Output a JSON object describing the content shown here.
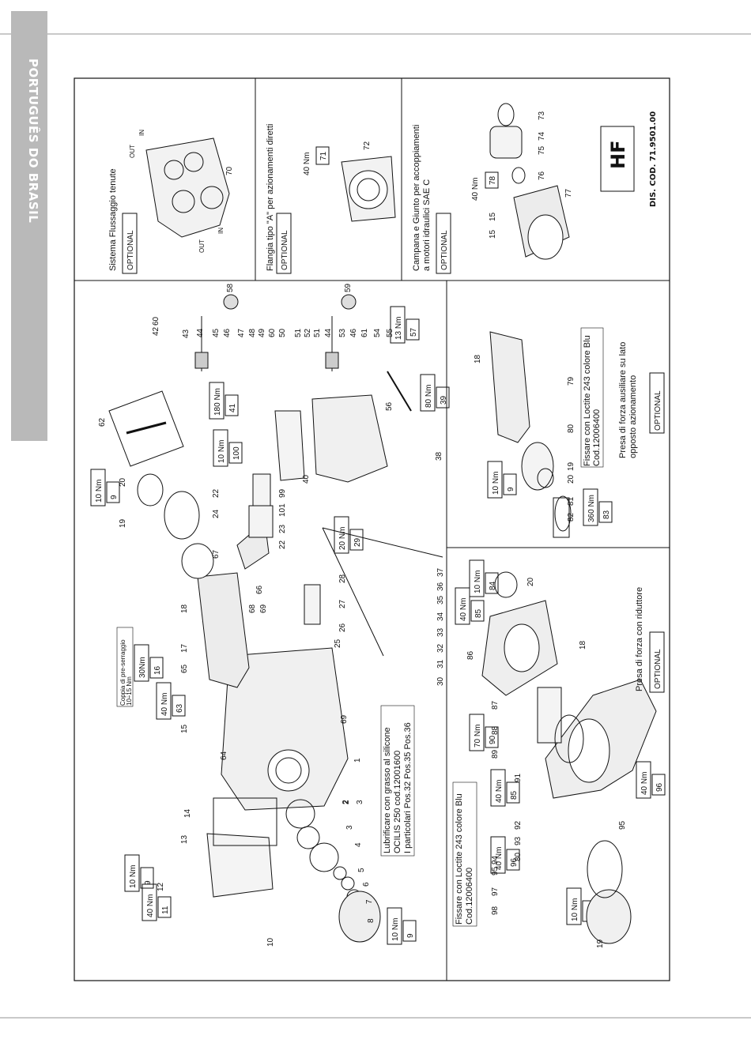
{
  "sidebar": {
    "label": "PORTUGUÊS DO BRASIL"
  },
  "title_block": {
    "model": "HF",
    "drawing_code": "DIS. COD. 71.9501.00"
  },
  "optional_sections": {
    "seal_flushing": {
      "title": "Sistema Flussaggio tenute",
      "tag": "OPTIONAL",
      "in": "IN",
      "out": "OUT"
    },
    "flange_a": {
      "title": "Flangia tipo \"A\" per azionamenti diretti",
      "tag": "OPTIONAL",
      "torque": "40 Nm",
      "part": "71"
    },
    "bell_coupling": {
      "title_line1": "Campana e Giunto per accoppiamenti",
      "title_line2": "a motori idraulici SAE C",
      "tag": "OPTIONAL",
      "torque": "40 Nm",
      "part": "78"
    },
    "pto_gear": {
      "title": "Presa di forza con riduttore",
      "tag": "OPTIONAL"
    },
    "pto_aux": {
      "title_line1": "Presa di forza ausiliare su lato",
      "title_line2": "opposto azionamento",
      "tag": "OPTIONAL"
    }
  },
  "notes": {
    "grease_line1": "Lubrificare con grasso al silicone",
    "grease_line2": "OCILIS 250 cod.12001600",
    "grease_line3": "I particolari Pos.32 Pos.35 Pos.36",
    "preload_line1": "Coppia di pre-serraggio",
    "preload_line2": "10÷15 Nm",
    "loctite_line1": "Fissare con Loctite 243 colore Blu",
    "loctite_line2": "Cod.12006400",
    "loctite2_line1": "Fissare con Loctite 243 colore Blu",
    "loctite2_line2": "Cod.12006400"
  },
  "torque_boxes": [
    {
      "part": "9",
      "torque": "10 Nm"
    },
    {
      "part": "11",
      "torque": "40 Nm"
    },
    {
      "part": "9",
      "torque": "10 Nm"
    },
    {
      "part": "63",
      "torque": "40 Nm"
    },
    {
      "part": "16",
      "torque": "30Nm"
    },
    {
      "part": "9",
      "torque": "10 Nm"
    },
    {
      "part": "100",
      "torque": "10 Nm"
    },
    {
      "part": "41",
      "torque": "180 Nm"
    },
    {
      "part": "39",
      "torque": "80 Nm"
    },
    {
      "part": "57",
      "torque": "13 Nm"
    },
    {
      "part": "29",
      "torque": "20 Nm"
    },
    {
      "part": "96",
      "torque": "40 Nm"
    },
    {
      "part": "85",
      "torque": "40 Nm"
    },
    {
      "part": "90",
      "torque": "70 Nm"
    },
    {
      "part": "96",
      "torque": "40 Nm"
    },
    {
      "part": "9",
      "torque": "10 Nm"
    },
    {
      "part": "85",
      "torque": "40 Nm"
    },
    {
      "part": "84",
      "torque": "10 Nm"
    },
    {
      "part": "9",
      "torque": "10 Nm"
    },
    {
      "part": "83",
      "torque": "360 Nm"
    }
  ],
  "labels": {
    "main": [
      "10",
      "12",
      "13",
      "14",
      "1",
      "2",
      "3",
      "4",
      "5",
      "6",
      "7",
      "8",
      "15",
      "64",
      "69",
      "65",
      "17",
      "18",
      "2",
      "3",
      "19",
      "20",
      "67",
      "22",
      "24",
      "22",
      "23",
      "101",
      "99",
      "66",
      "68",
      "69",
      "30",
      "31",
      "32",
      "25",
      "33",
      "34",
      "35",
      "36",
      "37",
      "28",
      "27",
      "26",
      "38",
      "40",
      "56",
      "62",
      "42",
      "60",
      "43",
      "44",
      "45",
      "46",
      "47",
      "48",
      "49",
      "60",
      "50",
      "51",
      "52",
      "51",
      "44",
      "53",
      "46",
      "61",
      "54",
      "55",
      "58",
      "59"
    ],
    "flush": [
      "70"
    ],
    "flange": [
      "72"
    ],
    "bell": [
      "15",
      "15",
      "73",
      "74",
      "75",
      "76",
      "77"
    ],
    "pto_gear": [
      "19",
      "98",
      "97",
      "95",
      "94",
      "80",
      "93",
      "92",
      "91",
      "89",
      "88",
      "87",
      "86",
      "95",
      "18",
      "20"
    ],
    "pto_aux": [
      "82",
      "81",
      "20",
      "19",
      "80",
      "79",
      "18"
    ]
  }
}
